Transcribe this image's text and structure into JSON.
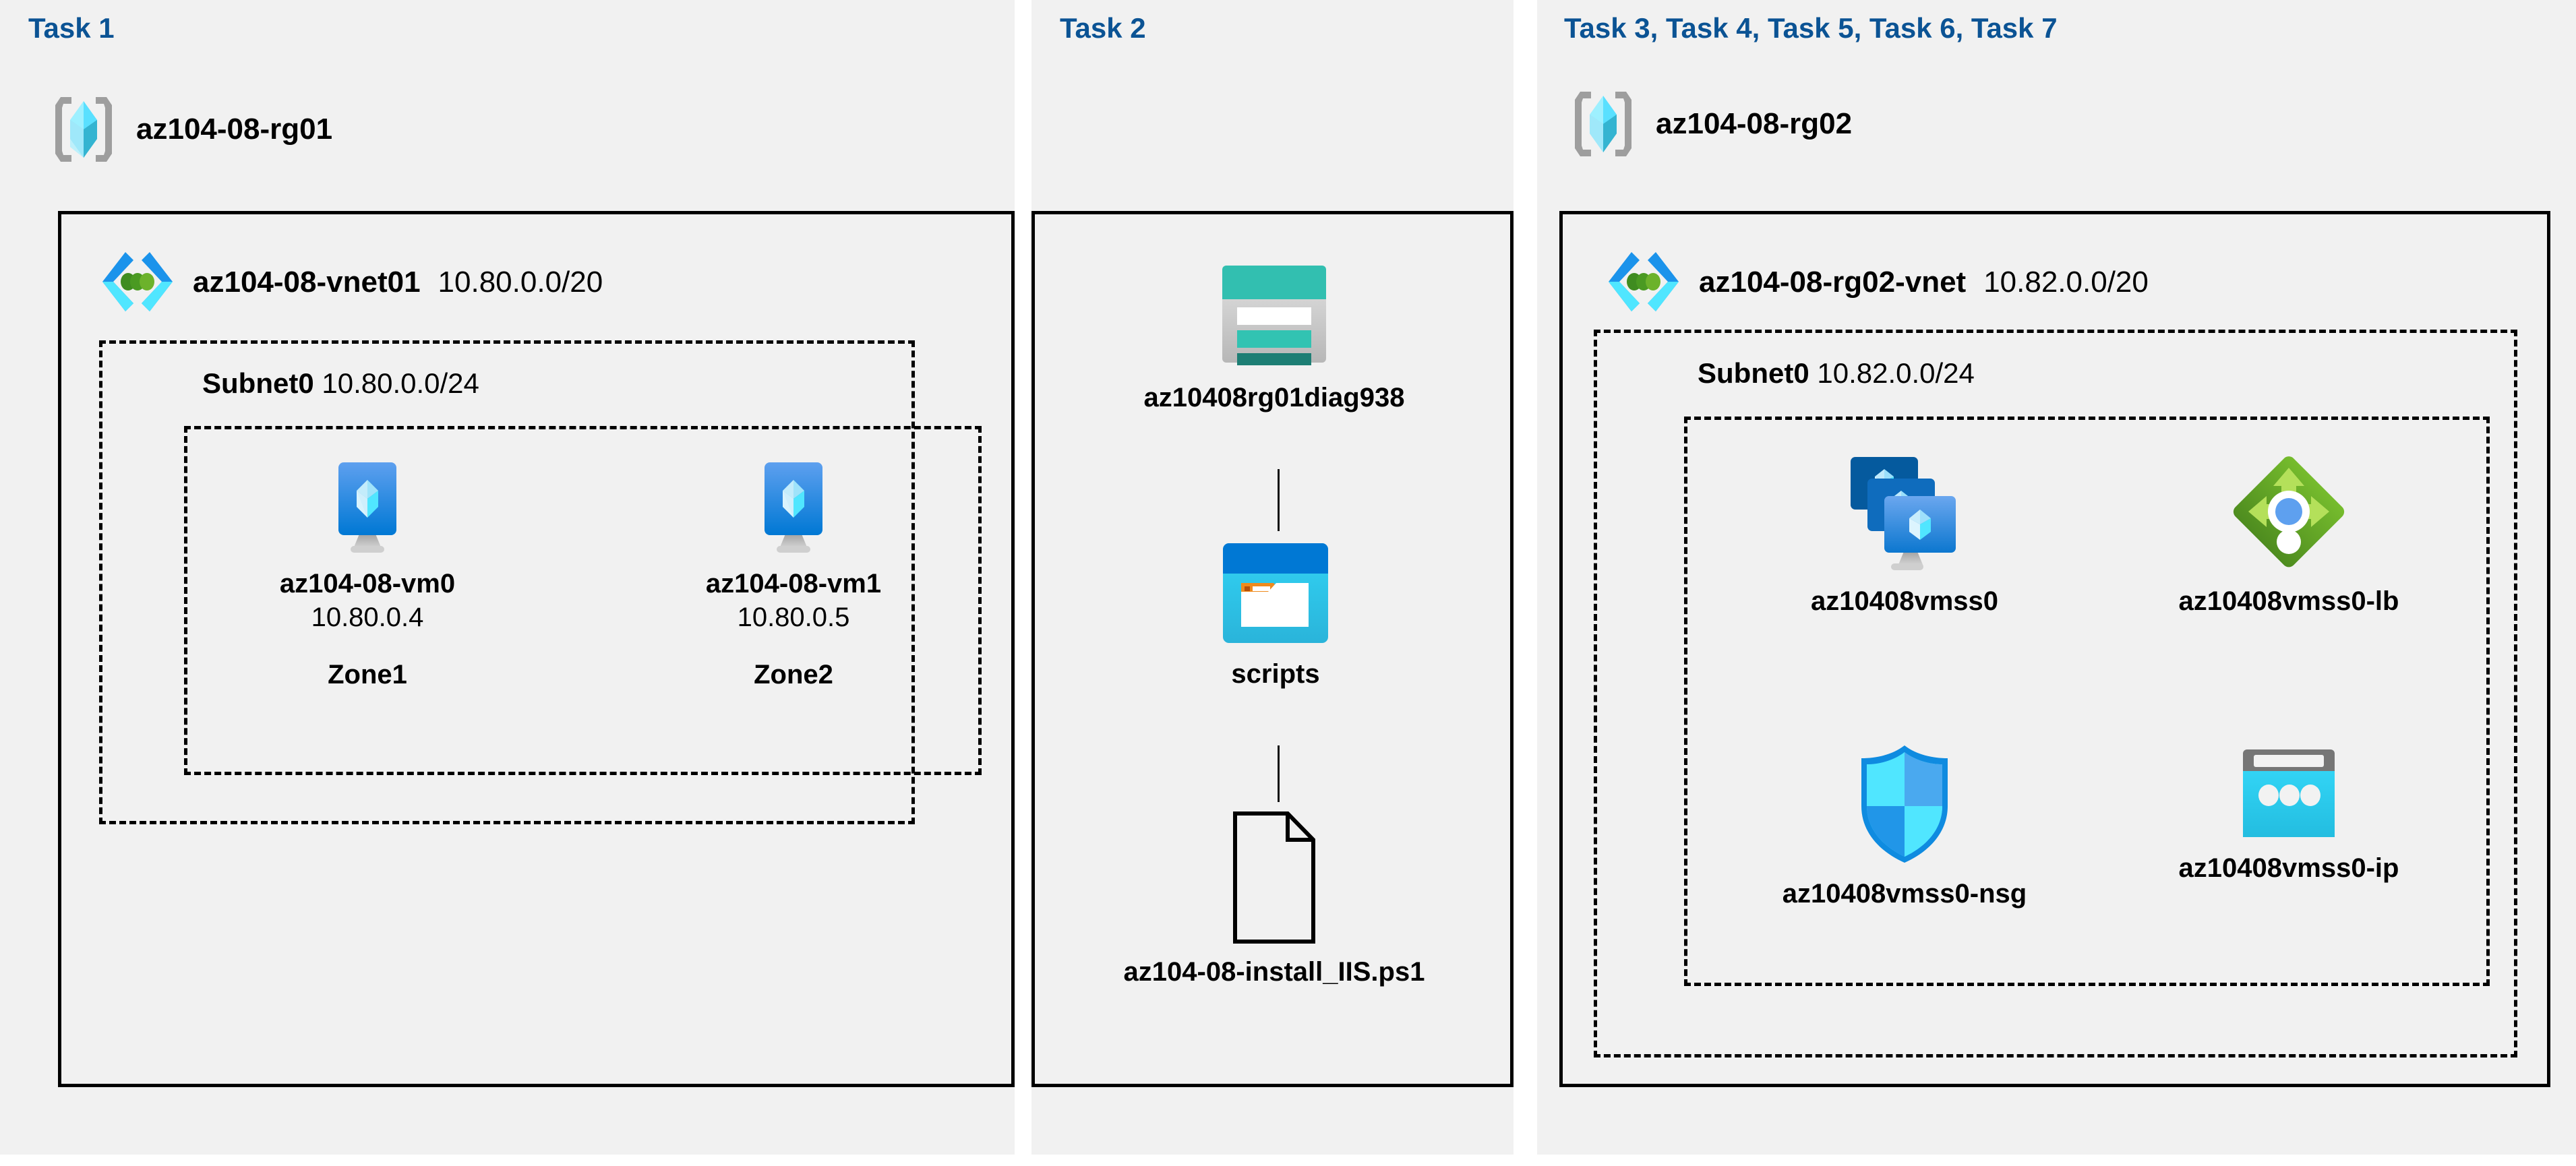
{
  "colors": {
    "task_title": "#0b5394",
    "panel_bg": "#f1f1f1",
    "border": "#000000",
    "azure_blue": "#0078d4",
    "azure_cyan": "#50e6ff",
    "storage_teal": "#32bfb0",
    "lb_green": "#5e9624",
    "nsg_blue": "#1b93eb"
  },
  "panels": [
    {
      "id": "panel-task1",
      "title": "Task 1"
    },
    {
      "id": "panel-task2",
      "title": "Task 2"
    },
    {
      "id": "panel-task3",
      "title": "Task 3, Task 4, Task 5, Task 6, Task 7"
    }
  ],
  "task1": {
    "title": "Task 1",
    "resource_group": {
      "name": "az104-08-rg01",
      "icon": "resource-group-icon"
    },
    "vnet": {
      "name": "az104-08-vnet01",
      "cidr": "10.80.0.0/20",
      "icon": "virtual-network-icon"
    },
    "subnet": {
      "name": "Subnet0",
      "cidr": "10.80.0.0/24"
    },
    "vms": [
      {
        "name": "az104-08-vm0",
        "ip": "10.80.0.4",
        "zone": "Zone1",
        "icon": "virtual-machine-icon"
      },
      {
        "name": "az104-08-vm1",
        "ip": "10.80.0.5",
        "zone": "Zone2",
        "icon": "virtual-machine-icon"
      }
    ]
  },
  "task2": {
    "title": "Task 2",
    "items": [
      {
        "name": "az10408rg01diag938",
        "icon": "storage-account-icon"
      },
      {
        "name": "scripts",
        "icon": "blob-container-icon"
      },
      {
        "name": "az104-08-install_IIS.ps1",
        "icon": "script-file-icon"
      }
    ]
  },
  "task3": {
    "title": "Task 3, Task 4, Task 5, Task 6, Task 7",
    "resource_group": {
      "name": "az104-08-rg02",
      "icon": "resource-group-icon"
    },
    "vnet": {
      "name": "az104-08-rg02-vnet",
      "cidr": "10.82.0.0/20",
      "icon": "virtual-network-icon"
    },
    "subnet": {
      "name": "Subnet0",
      "cidr": "10.82.0.0/24"
    },
    "resources": [
      {
        "name": "az10408vmss0",
        "icon": "vm-scale-set-icon"
      },
      {
        "name": "az10408vmss0-lb",
        "icon": "load-balancer-icon"
      },
      {
        "name": "az10408vmss0-nsg",
        "icon": "network-security-group-icon"
      },
      {
        "name": "az10408vmss0-ip",
        "icon": "public-ip-address-icon"
      }
    ]
  }
}
